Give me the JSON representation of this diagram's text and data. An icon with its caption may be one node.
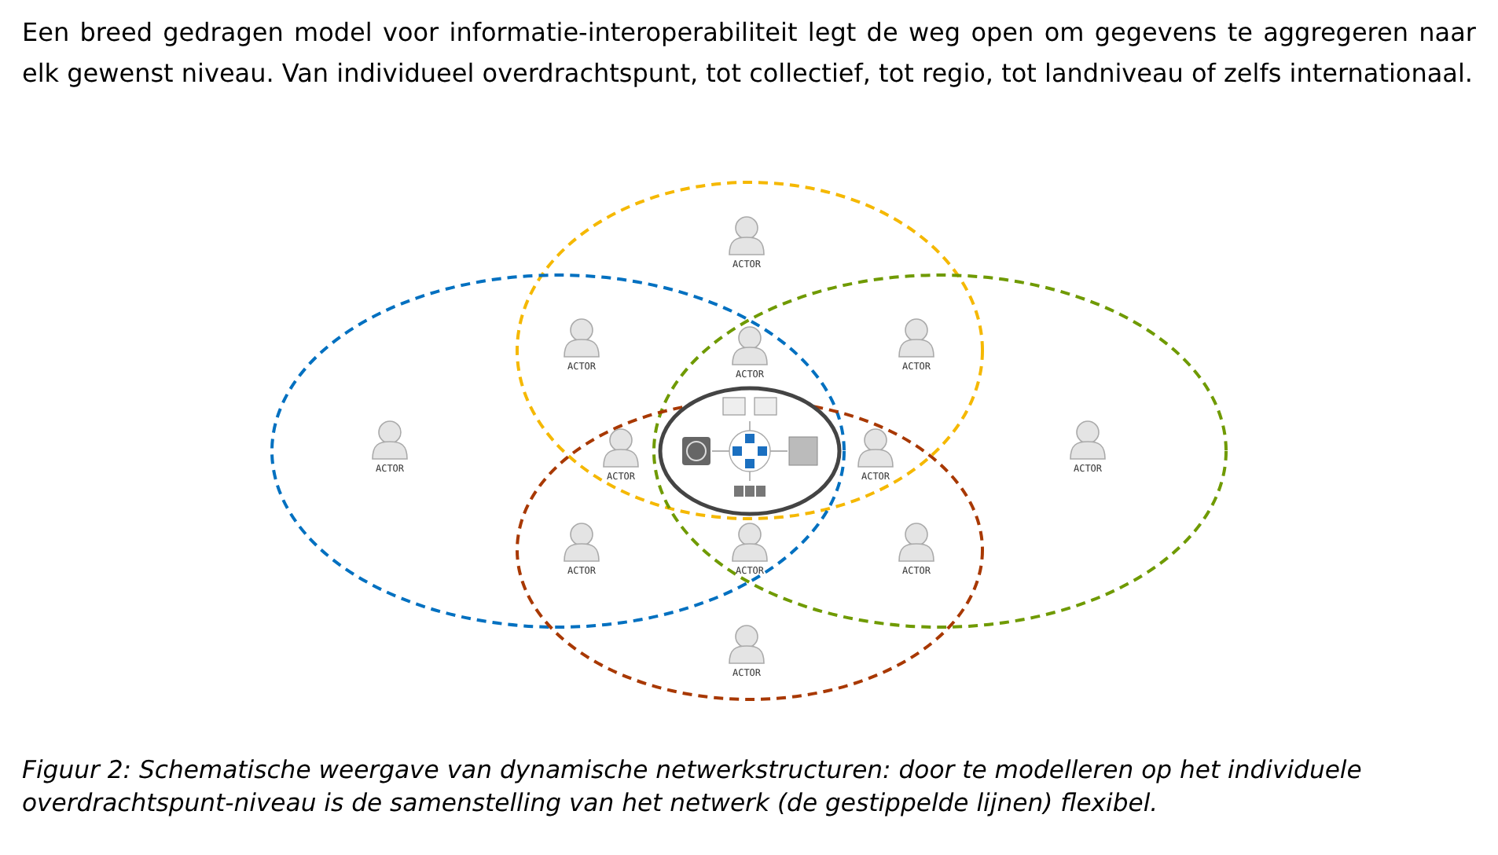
{
  "diagram": {
    "title": "Een breed gedragen model voor informatie-interoperabiliteit legt de weg open om gegevens te aggregeren naar elk gewenst niveau. Van individueel overdrachtspunt, tot collectief, tot regio, tot landniveau of zelfs internationaal.",
    "caption": "Figuur 2: Schematische weergave van dynamische netwerkstructuren: door te modelleren op het individuele overdrachtspunt-niveau is de samenstelling van het netwerk (de gestippelde lijnen) flexibel.",
    "nodes": [
      {
        "text": [],
        "shape": "ellipse"
      },
      {
        "text": [],
        "shape": "ellipse"
      },
      {
        "text": [],
        "shape": "ellipse"
      },
      {
        "text": [],
        "shape": "ellipse"
      },
      {
        "text": [
          "ACTOR"
        ],
        "in": 0
      },
      {
        "text": [
          "ACTOR"
        ]
      },
      {
        "text": [
          "ACTOR"
        ]
      },
      {
        "text": [
          "ACTOR"
        ]
      },
      {
        "text": [
          "ACTOR"
        ],
        "in": 1
      },
      {
        "text": [
          "ACTOR"
        ]
      },
      {
        "text": [],
        "shape": "picture"
      },
      {
        "text": [
          "ACTOR"
        ]
      },
      {
        "text": [
          "ACTOR"
        ],
        "in": 2
      },
      {
        "text": [
          "ACTOR"
        ]
      },
      {
        "text": [
          "ACTOR"
        ]
      },
      {
        "text": [
          "ACTOR"
        ]
      },
      {
        "text": [
          "ACTOR"
        ],
        "in": 3
      }
    ],
    "edges": []
  }
}
